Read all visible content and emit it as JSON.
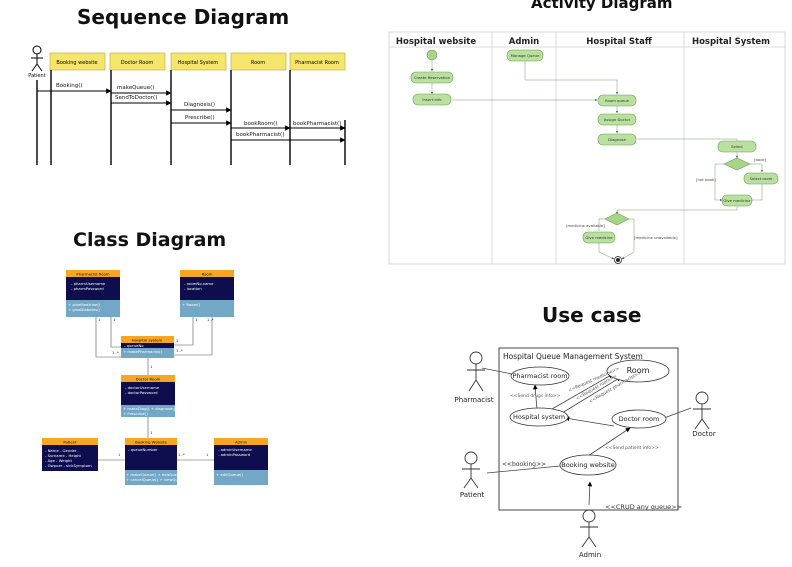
{
  "titles": {
    "sequence": "Sequence Diagram",
    "activity": "Activity Diagram",
    "class": "Class Diagram",
    "usecase": "Use case"
  },
  "sequence": {
    "actor": "Patient",
    "lifelines": [
      "Booking website",
      "Doctor Room",
      "Hospital System",
      "Room",
      "Pharmacist Room"
    ],
    "messages": [
      "Booking()",
      "makeQueue()",
      "SendToDoctor()",
      "Diagnosis()",
      "Prescribe()",
      "bookRoom()",
      "bookPharmacist()",
      "bookPharmacist()"
    ]
  },
  "activity": {
    "lanes": [
      "Hospital website",
      "Admin",
      "Hospital Staff",
      "Hospital System"
    ],
    "nodes": [
      "Manage Queue",
      "Create Reservation",
      "Insert Info",
      "Room queue",
      "Assign Doctor",
      "Diagnose",
      "Select",
      "Select room",
      "Give medicine"
    ],
    "guards": [
      "[book]",
      "[not book]",
      "[medicine available]",
      "[medicine unavailable]"
    ]
  },
  "classdiagram": {
    "classes": [
      {
        "name": "Pharmacist Room",
        "attrs": [
          "- pharmUsername",
          "- pharmPassword"
        ],
        "ops": [
          "+ giveMedicine()",
          "+ giveDiabetes()"
        ]
      },
      {
        "name": "Room",
        "attrs": [
          "- roomNo.name",
          "- location"
        ],
        "ops": [
          "+ Room()"
        ]
      },
      {
        "name": "Hospital system",
        "attrs": [
          "- queueNo"
        ],
        "ops": [
          "+ makePharmacist()"
        ]
      },
      {
        "name": "Doctor Room",
        "attrs": [
          "- doctorUsername",
          "- doctorPassword"
        ],
        "ops": [
          "+ makeDiag()  + diagnose()",
          "+ Prescribe()"
        ]
      },
      {
        "name": "Patient",
        "attrs": [
          "- Name    - Gender",
          "- Surname - Height",
          "- Age     - Weight",
          "- Gwpuer  - sickSymptom"
        ],
        "ops": []
      },
      {
        "name": "Booking Website",
        "attrs": [
          "- queueNumber"
        ],
        "ops": [
          "+ makeQueue()  + editQueue()",
          "+ cancelQueue() + viewQueue()"
        ]
      },
      {
        "name": "Admin",
        "attrs": [
          "- adminUsername",
          "- adminPassword"
        ],
        "ops": [
          "+ editQueue()"
        ]
      }
    ],
    "multiplicities": [
      "1",
      "1",
      "1",
      "1..*",
      "1..*",
      "1",
      "1..*",
      "1",
      "1",
      "1",
      "1..*",
      "1"
    ]
  },
  "usecase": {
    "system": "Hospital Queue Management System",
    "actors": [
      "Pharmacist",
      "Doctor",
      "Patient",
      "Admin"
    ],
    "cases": [
      "Pharmacist room",
      "Room",
      "Hospital system",
      "Doctor room",
      "Booking website"
    ],
    "labels": [
      "<<booking>>",
      "<<CRUD any queue>>",
      "<<Send patient info>>",
      "<<Send drugs info>>",
      "<<Request medicine>>",
      "<<Request room>>",
      "<<Request pharmacist>>"
    ]
  }
}
